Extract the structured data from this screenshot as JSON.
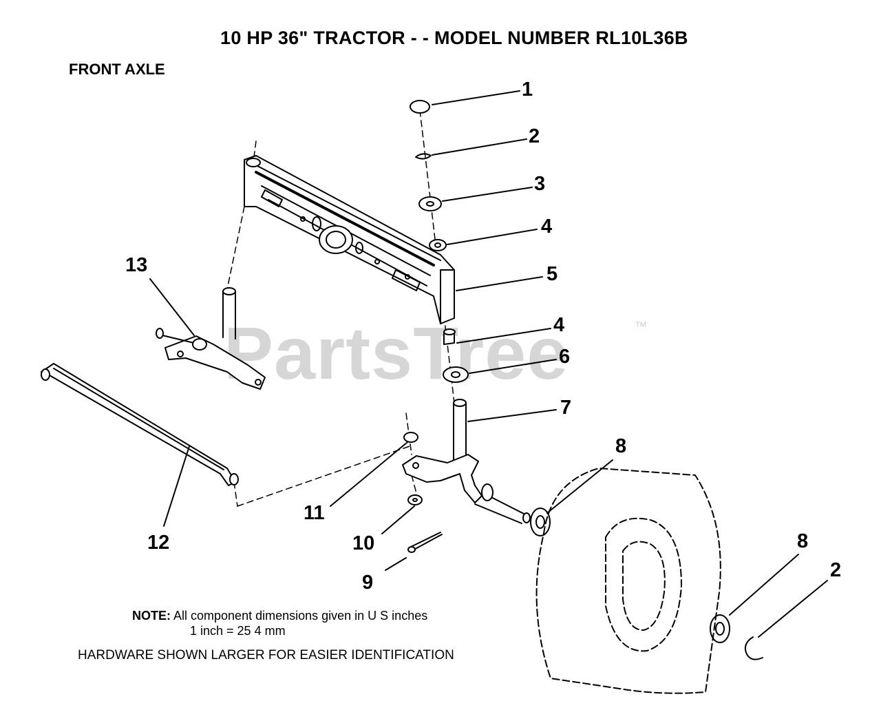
{
  "title": "10 HP 36\" TRACTOR - - MODEL NUMBER RL10L36B",
  "subtitle": "FRONT AXLE",
  "watermark": "PartsTree",
  "trademark": "™",
  "note_label": "NOTE:",
  "note_line1": "All component dimensions given in U S  inches",
  "note_line2": "1 inch = 25 4 mm",
  "hardware_note": "HARDWARE SHOWN LARGER FOR EASIER IDENTIFICATION",
  "callouts": {
    "c1": "1",
    "c2": "2",
    "c3": "3",
    "c4a": "4",
    "c5": "5",
    "c4b": "4",
    "c6": "6",
    "c7": "7",
    "c8a": "8",
    "c13": "13",
    "c12": "12",
    "c11": "11",
    "c10": "10",
    "c9": "9",
    "c8b": "8",
    "c2b": "2"
  }
}
